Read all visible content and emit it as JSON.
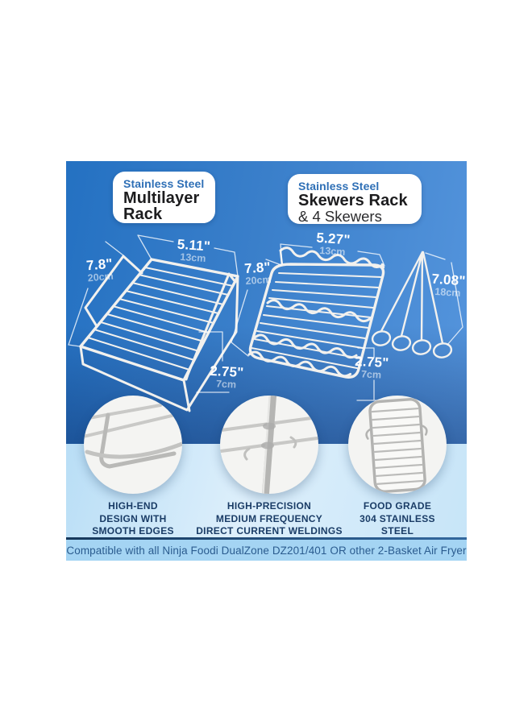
{
  "product_badges": {
    "left": {
      "material": "Stainless Steel",
      "name_line1": "Multilayer",
      "name_line2": "Rack"
    },
    "right": {
      "material": "Stainless Steel",
      "name_line1": "Skewers Rack",
      "name_line2": "& 4 Skewers"
    }
  },
  "dimensions": {
    "multilayer_rack": {
      "width_in": "5.11\"",
      "width_cm": "13cm",
      "depth_in": "7.8\"",
      "depth_cm": "20cm",
      "height_in": "2.75\"",
      "height_cm": "7cm"
    },
    "skewers_rack": {
      "width_in": "5.27\"",
      "width_cm": "13cm",
      "depth_in": "7.8\"",
      "depth_cm": "20cm",
      "height_in": "2.75\"",
      "height_cm": "7cm"
    },
    "skewers": {
      "length_in": "7.08\"",
      "length_cm": "18cm"
    }
  },
  "features": [
    {
      "caption": "HIGH-END\nDESIGN WITH\nSMOOTH EDGES"
    },
    {
      "caption": "HIGH-PRECISION\nMEDIUM FREQUENCY\nDIRECT CURRENT WELDINGS"
    },
    {
      "caption": "FOOD GRADE\n304 STAINLESS\nSTEEL"
    }
  ],
  "footer": {
    "compatibility_text": "Compatible with all Ninja Foodi DualZone DZ201/401 OR other 2-Basket Air Fryer"
  },
  "colors": {
    "panel_blue_dark": "#1c4e90",
    "panel_blue_light": "#5595dd",
    "accent_blue_text": "#2e6fb6",
    "caption_navy": "#1a3c66",
    "footer_bar_bg": "#a4d4f3",
    "footer_text": "#2b5c8f",
    "wire_white": "#f2f1ee"
  }
}
